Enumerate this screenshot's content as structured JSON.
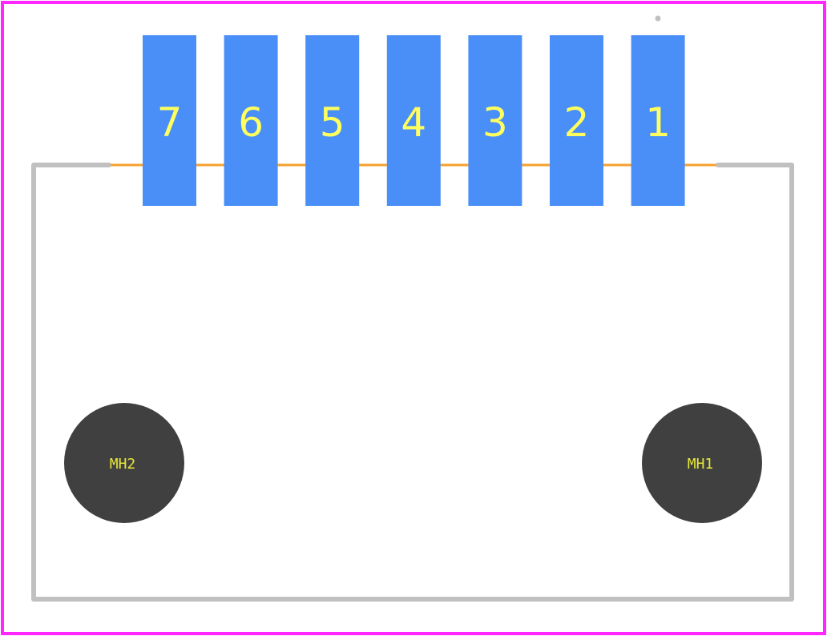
{
  "colors": {
    "background": "#ffffff",
    "board_outline": "#ff26ff",
    "silkscreen": "#c0c0c0",
    "courtyard": "#f7a12f",
    "pad": "#4a8ff7",
    "pad_label": "#ffff5e",
    "mounting_hole": "#404040",
    "hole_label": "#e6e63c"
  },
  "pads": [
    {
      "label": "7"
    },
    {
      "label": "6"
    },
    {
      "label": "5"
    },
    {
      "label": "4"
    },
    {
      "label": "3"
    },
    {
      "label": "2"
    },
    {
      "label": "1"
    }
  ],
  "mounting_holes": [
    {
      "label": "MH2"
    },
    {
      "label": "MH1"
    }
  ]
}
